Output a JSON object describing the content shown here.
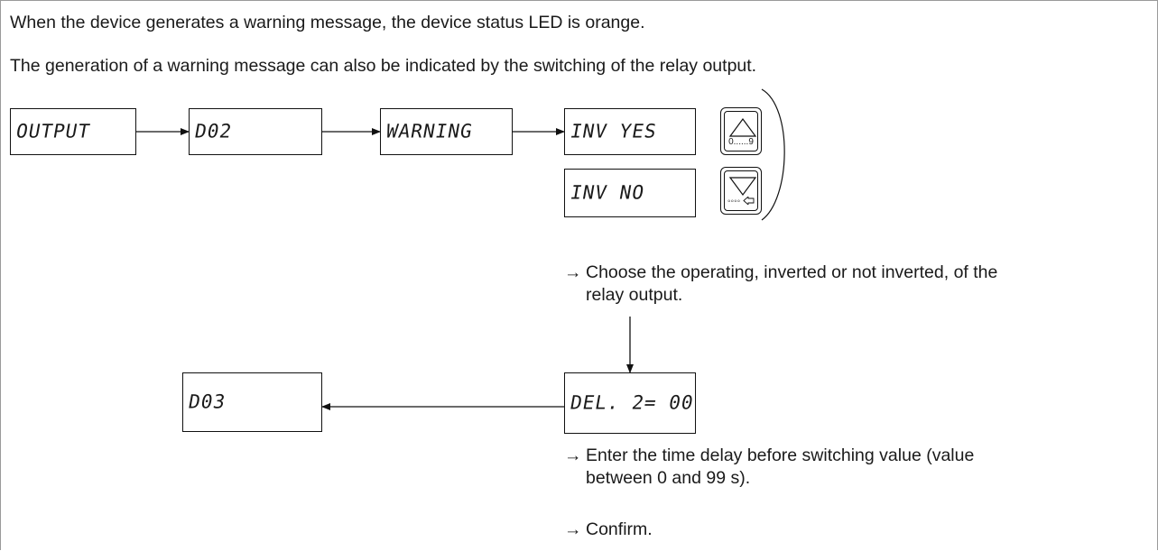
{
  "intro": {
    "line1": "When the device generates a warning message, the device status LED is orange.",
    "line2": "The generation of a warning message can also be indicated by the switching of the relay output."
  },
  "displays": {
    "output": "OUTPUT",
    "d02": "D02",
    "warning": "WARNING",
    "inv_yes": "INV YES",
    "inv_no": "INV NO",
    "del2": "DEL. 2= 00",
    "d03": "D03"
  },
  "keypad": {
    "up_caption": "0......9",
    "down_caption": "◦◦◦◦"
  },
  "steps": {
    "arrow": "→",
    "choose_line1": "Choose the operating, inverted or not inverted, of the",
    "choose_line2": "relay output.",
    "enter_line1": "Enter the time delay before switching value (value",
    "enter_line2": "between 0 and 99 s).",
    "confirm": "Confirm."
  }
}
